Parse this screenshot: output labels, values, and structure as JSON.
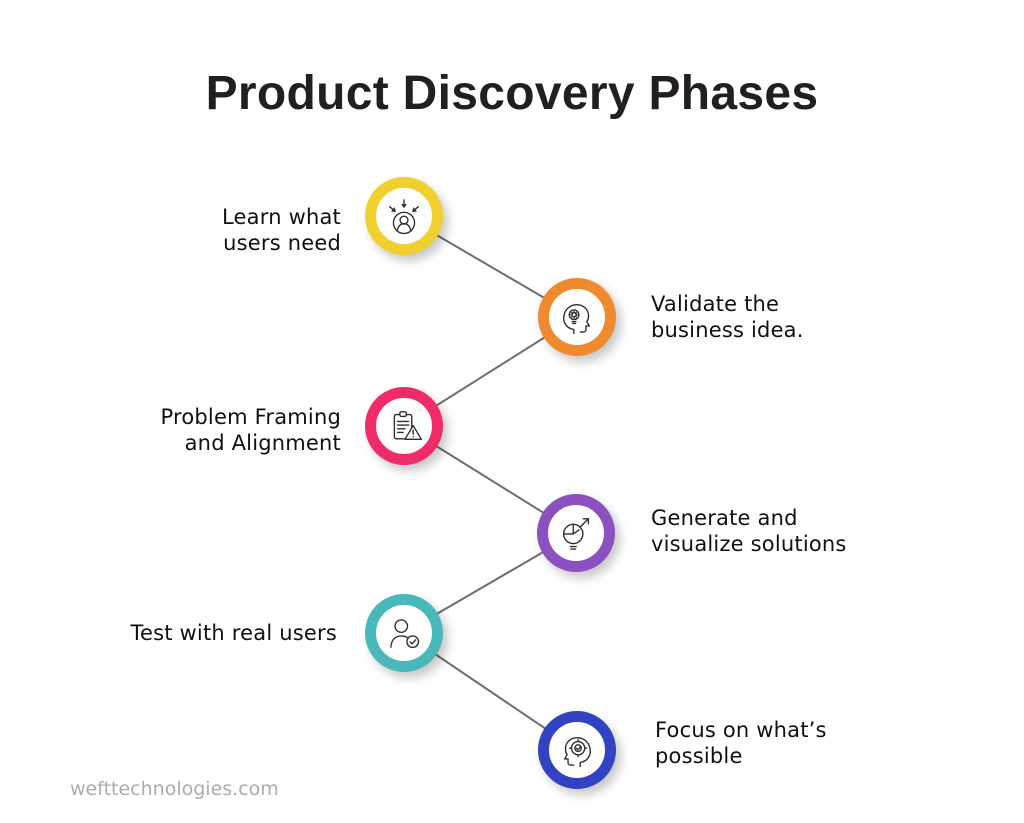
{
  "title": "Product Discovery Phases",
  "footer": {
    "website": "wefttechnologies.com"
  },
  "style": {
    "background": "#FFFFFF",
    "title_color": "#231F20",
    "label_color": "#101010",
    "connector_color": "#6E6E6E",
    "footer_color": "#ABABAB"
  },
  "phases": [
    {
      "name": "learn-what-users-need",
      "lines": [
        "Learn what",
        "users need"
      ],
      "color": "#F0D02F",
      "icon": "user-needs-icon",
      "side": "left"
    },
    {
      "name": "validate-business-idea",
      "lines": [
        "Validate the",
        "business idea."
      ],
      "color": "#EF8A2E",
      "icon": "idea-head-icon",
      "side": "right"
    },
    {
      "name": "problem-framing",
      "lines": [
        "Problem Framing",
        "and Alignment"
      ],
      "color": "#EF2C68",
      "icon": "clipboard-warning-icon",
      "side": "left"
    },
    {
      "name": "generate-solutions",
      "lines": [
        "Generate and",
        "visualize solutions"
      ],
      "color": "#8B51C1",
      "icon": "puzzle-bulb-icon",
      "side": "right"
    },
    {
      "name": "test-with-real-users",
      "lines": [
        "Test with real users"
      ],
      "color": "#49B8BA",
      "icon": "user-check-icon",
      "side": "left"
    },
    {
      "name": "focus-on-possible",
      "lines": [
        "Focus on what’s",
        "possible"
      ],
      "color": "#3142C3",
      "icon": "target-head-icon",
      "side": "right"
    }
  ]
}
